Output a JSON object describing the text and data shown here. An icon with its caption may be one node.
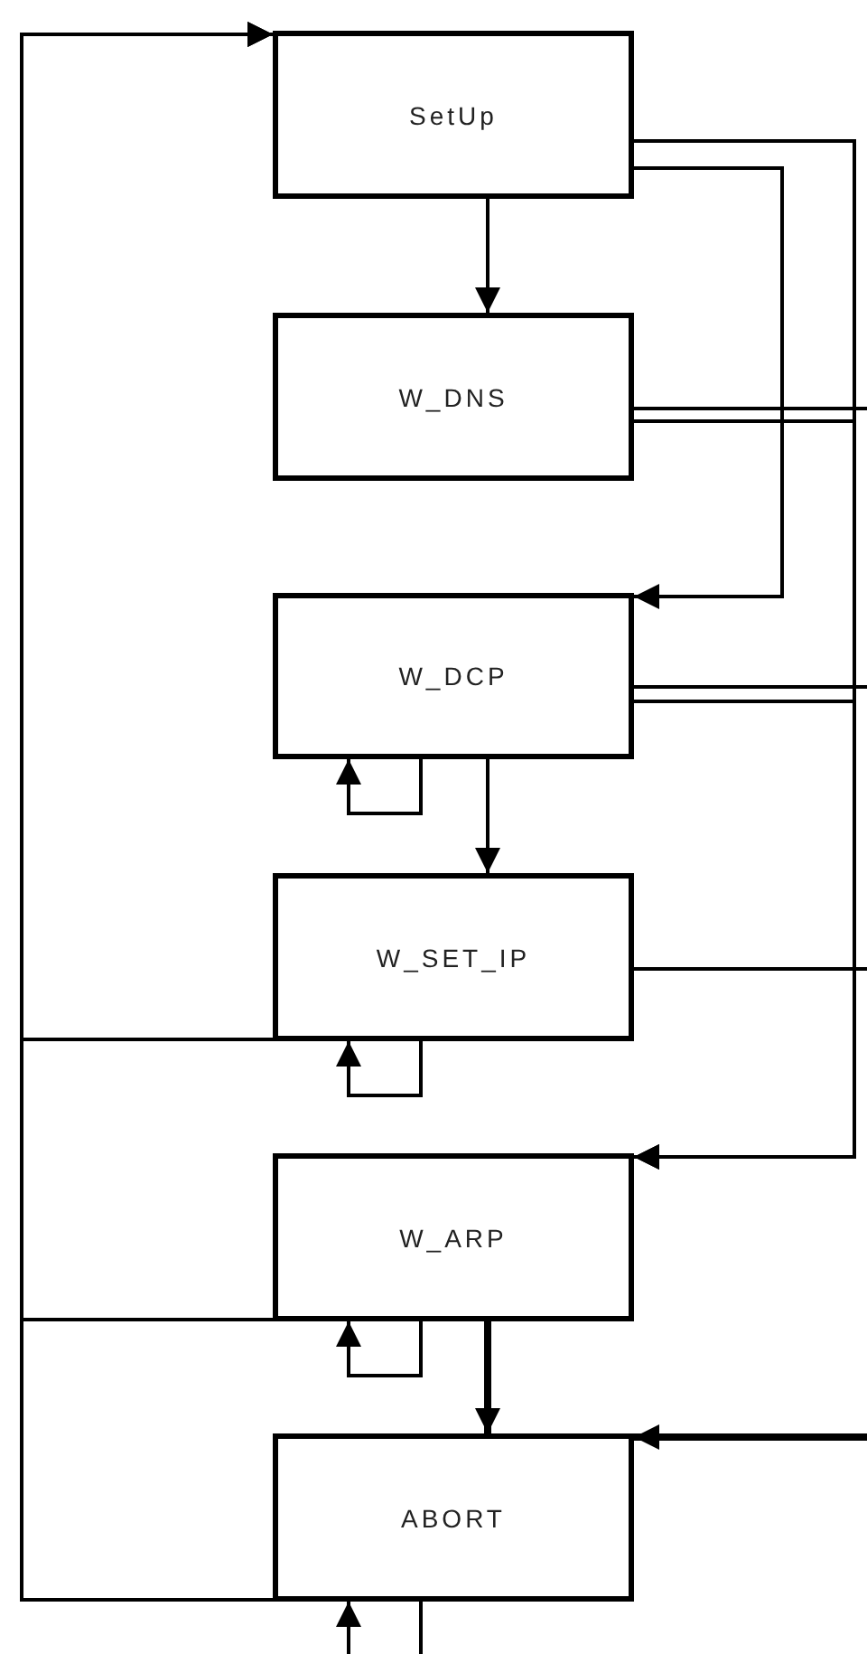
{
  "diagram": {
    "nodes": [
      {
        "text": [
          "SetUp"
        ]
      },
      {
        "text": [
          "W_DNS"
        ]
      },
      {
        "text": [
          "W_DCP"
        ]
      },
      {
        "text": [
          "W_SET_IP"
        ]
      },
      {
        "text": [
          "W_ARP"
        ]
      },
      {
        "text": [
          "ABORT"
        ]
      }
    ],
    "edges": [
      {
        "from": 0,
        "to": 1,
        "arrow": "to"
      },
      {
        "from": 0,
        "to": 2,
        "arrow": "to"
      },
      {
        "from": 0,
        "to": 4,
        "arrow": "to"
      },
      {
        "from": 1,
        "to": 4,
        "arrow": "to"
      },
      {
        "from": 1,
        "to": null,
        "arrow": "none"
      },
      {
        "from": 2,
        "to": 4,
        "arrow": "to"
      },
      {
        "from": 2,
        "to": null,
        "arrow": "none"
      },
      {
        "from": 2,
        "to": 3,
        "arrow": "to"
      },
      {
        "from": 2,
        "to": 2,
        "arrow": "to"
      },
      {
        "from": 3,
        "to": null,
        "arrow": "none"
      },
      {
        "from": 3,
        "to": 3,
        "arrow": "to"
      },
      {
        "from": 3,
        "to": 0,
        "arrow": "to"
      },
      {
        "from": 4,
        "to": 0,
        "arrow": "to"
      },
      {
        "from": 4,
        "to": 4,
        "arrow": "to"
      },
      {
        "from": 4,
        "to": 5,
        "arrow": "to",
        "style": "thick"
      },
      {
        "from": 5,
        "to": 0,
        "arrow": "to"
      },
      {
        "from": null,
        "to": 5,
        "arrow": "to",
        "style": "thick"
      },
      {
        "from": null,
        "to": 5,
        "arrow": "to"
      },
      {
        "from": 5,
        "to": null,
        "arrow": "none"
      }
    ]
  }
}
